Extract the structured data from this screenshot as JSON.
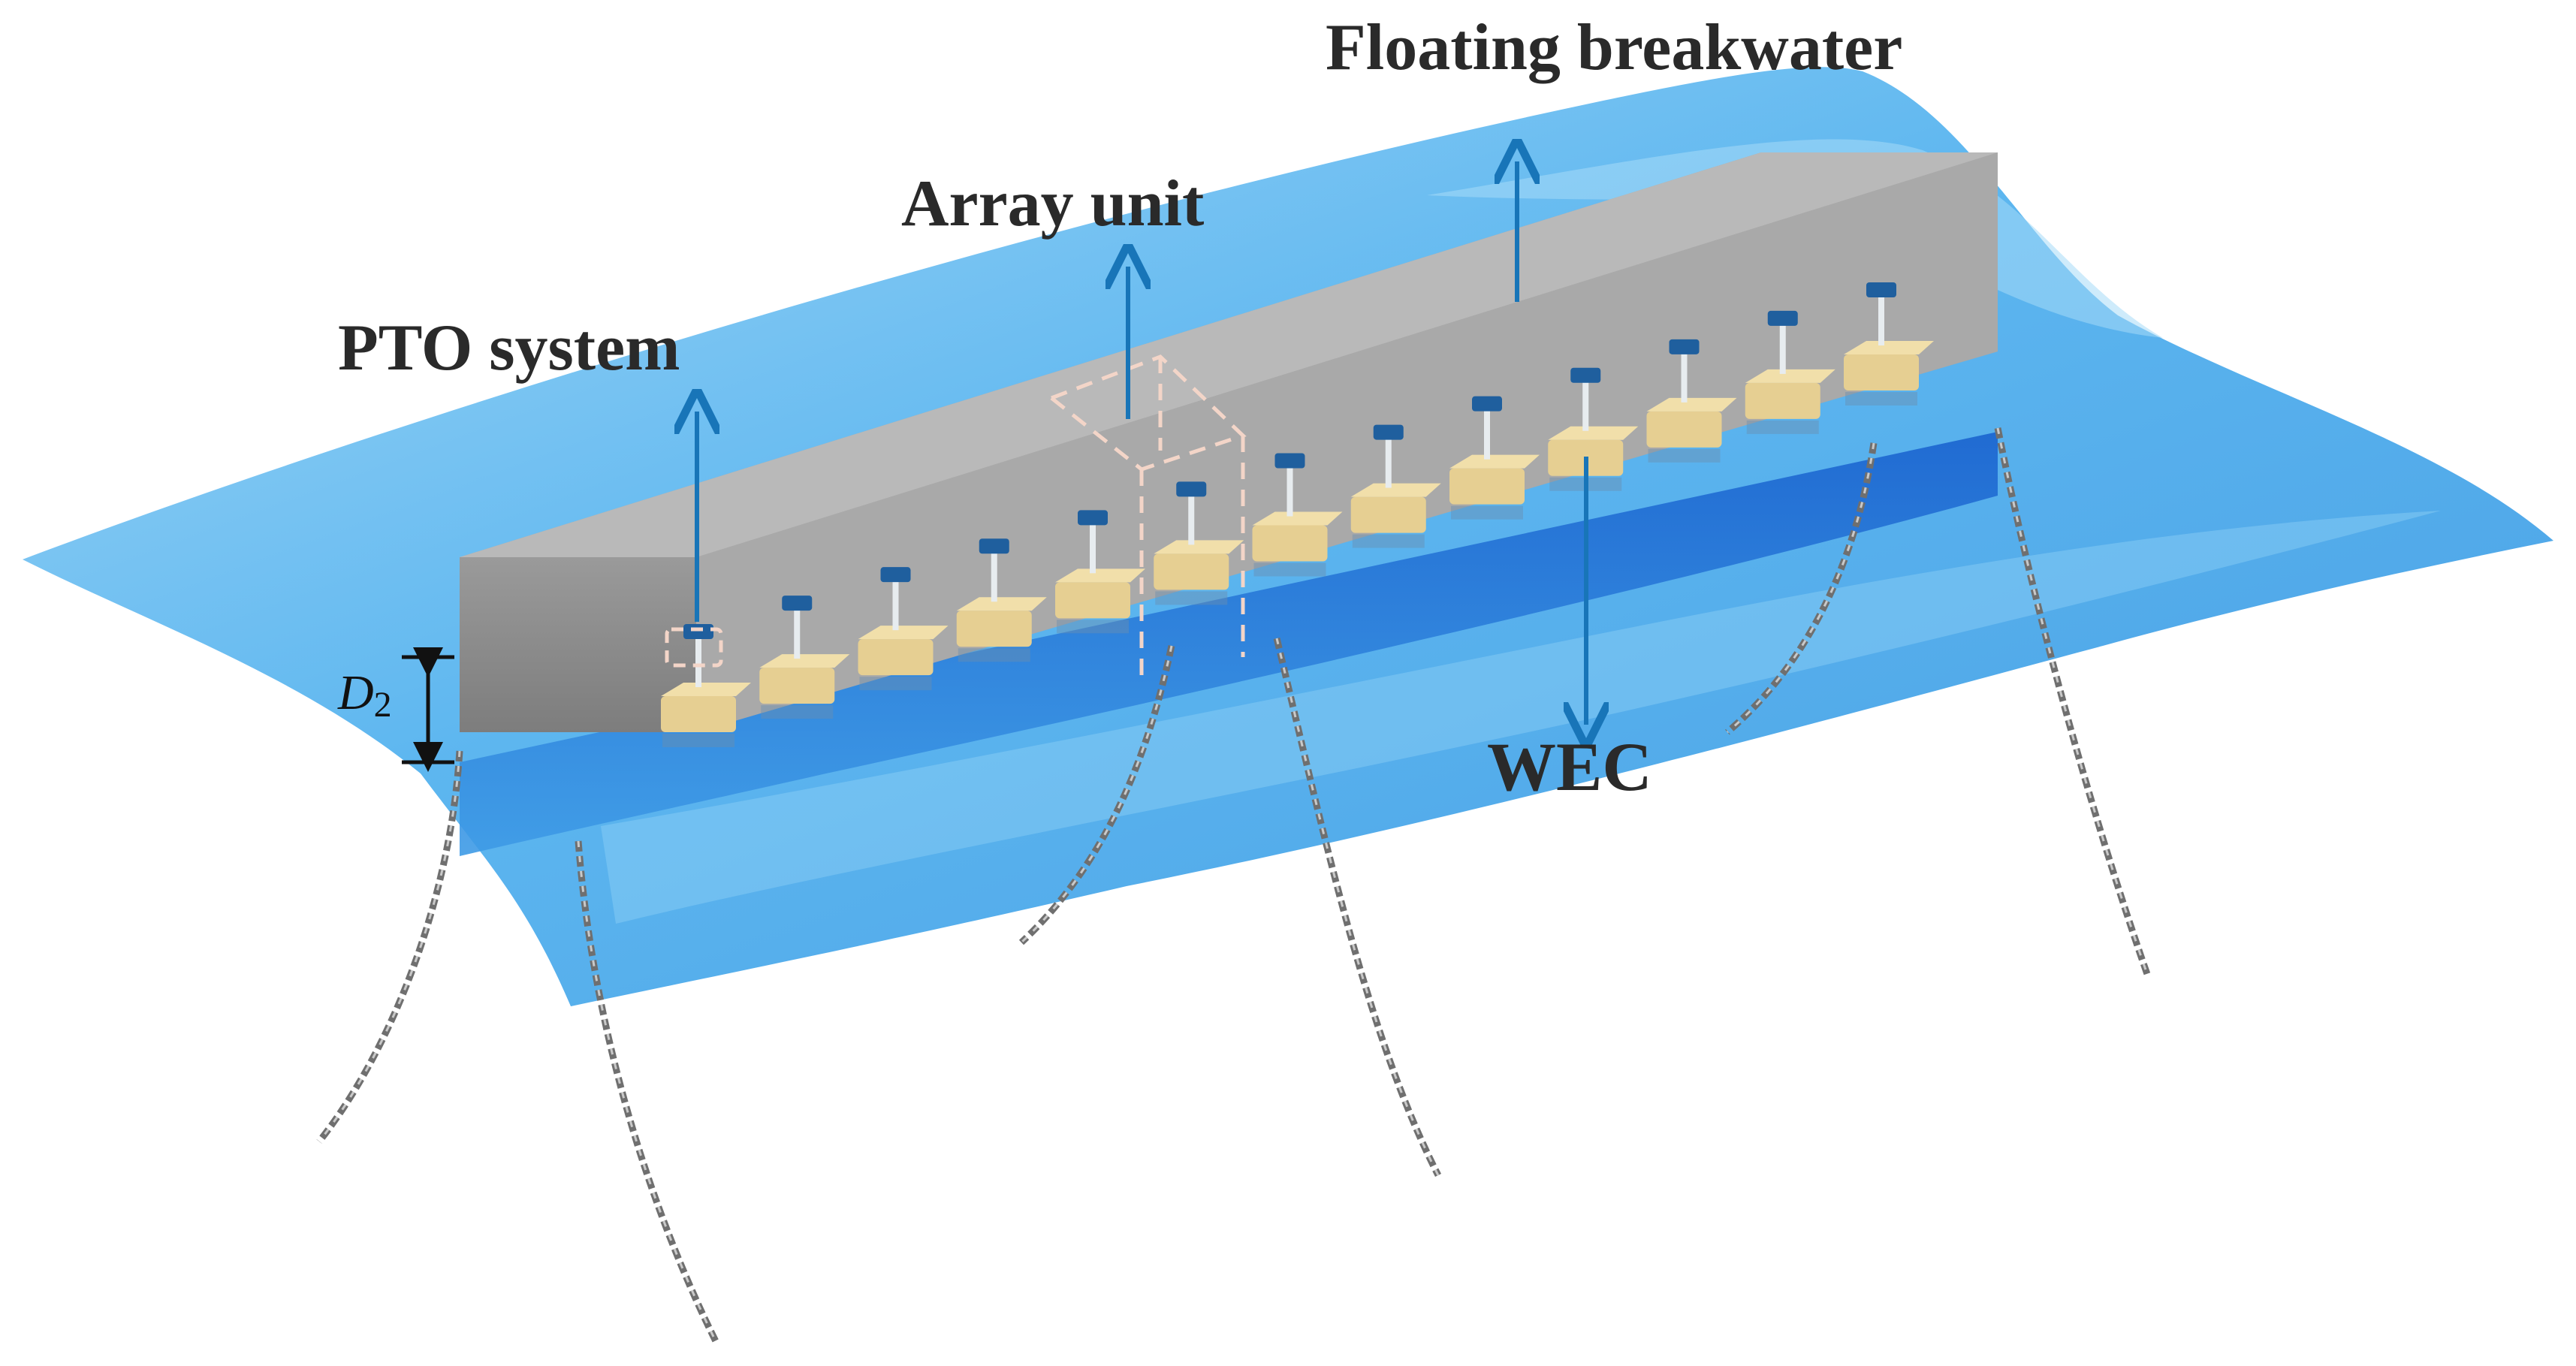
{
  "labels": {
    "pto_system": "PTO system",
    "array_unit": "Array unit",
    "floating_breakwater": "Floating breakwater",
    "wec": "WEC",
    "draft_symbol": "D",
    "draft_subscript": "2"
  },
  "components": {
    "wec_count": 13,
    "mooring_chain_count": 6
  },
  "colors": {
    "water_light": "#7cc6f2",
    "water_mid": "#3ea0e8",
    "water_deep": "#1d6fd6",
    "breakwater_top": "#a8a8a8",
    "breakwater_front": "#8c8c8c",
    "breakwater_end": "#7c7c7c",
    "wec_float": "#e6cf92",
    "pto_cap": "#1f5f9e",
    "arrow": "#1875b8",
    "dashed_box": "#f3d5c8",
    "chain": "#6f6f6f"
  }
}
